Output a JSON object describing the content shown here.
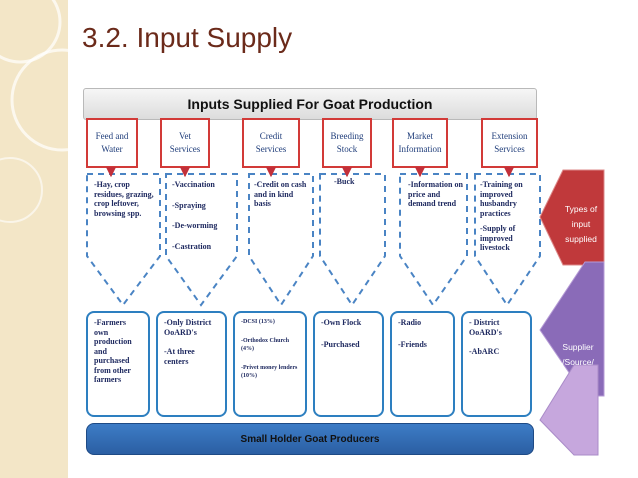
{
  "slide": {
    "title": "3.2. Input Supply"
  },
  "diagram": {
    "header": "Inputs Supplied For Goat Production",
    "categories": [
      {
        "label": "Feed and Water"
      },
      {
        "label": "Vet Services"
      },
      {
        "label": "Credit Services"
      },
      {
        "label": "Breeding Stock"
      },
      {
        "label": "Market Information"
      },
      {
        "label": "Extension Services"
      }
    ],
    "inputs": [
      {
        "items": [
          "-Hay, crop residues, grazing, crop leftover, browsing spp."
        ]
      },
      {
        "items": [
          "-Vaccination",
          "-Spraying",
          "-De-worming",
          "-Castration"
        ]
      },
      {
        "items": [
          "-Credit on cash and in kind basis"
        ]
      },
      {
        "items": [
          "-Buck"
        ]
      },
      {
        "items": [
          "-Information on price and demand trend"
        ]
      },
      {
        "items": [
          "-Training on improved husbandry practices",
          "-Supply of improved livestock"
        ]
      }
    ],
    "sources": [
      {
        "items": [
          "-Farmers own production and purchased from other farmers"
        ]
      },
      {
        "items": [
          "-Only District OoARD's",
          "-At three centers"
        ]
      },
      {
        "items": [
          "-DCSI (13%)",
          "-Orthodox Church (4%)",
          "-Privet money lenders (10%)"
        ]
      },
      {
        "items": [
          "-Own Flock",
          "-Purchased"
        ]
      },
      {
        "items": [
          "-Radio",
          "-Friends"
        ]
      },
      {
        "items": [
          "- District OoARD's",
          "-AbARC"
        ]
      }
    ],
    "side_labels": {
      "types": "Types of input supplied",
      "supplier": "Supplier /Source/"
    },
    "footer": "Small Holder Goat Producers"
  },
  "colors": {
    "title": "#6b2a1a",
    "category_border": "#d23a38",
    "category_text": "#1f3d7a",
    "dashed_border": "#4a84c4",
    "source_border": "#2d7fc0",
    "footer_bar": "#3a78c2",
    "types_shape": "#c0393b",
    "supplier_shape": "#8a6bb8",
    "lower_shape": "#c6a7dd",
    "sidebar": "#f3e6c7"
  }
}
